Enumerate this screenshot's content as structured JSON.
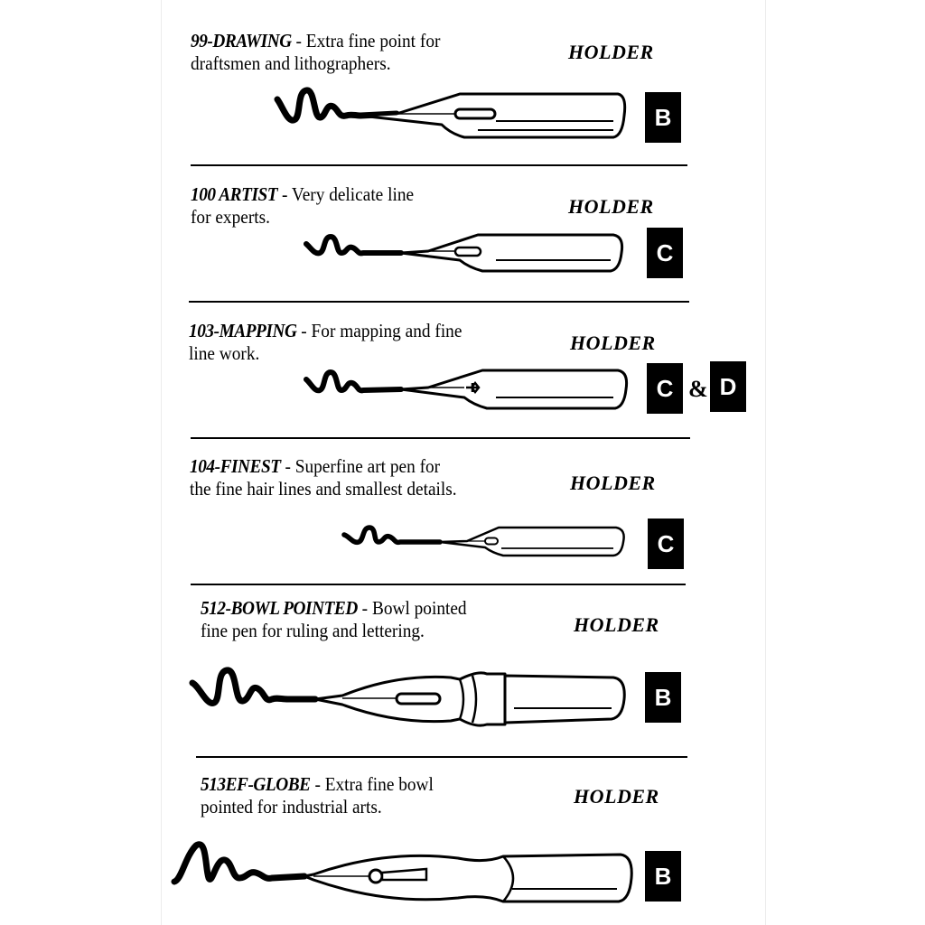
{
  "pens": [
    {
      "code": "99-DRAWING",
      "desc_line1": " - Extra fine point  for",
      "desc_line2": "draftsmen and lithographers.",
      "holder_label": "HOLDER",
      "holders": [
        "B"
      ]
    },
    {
      "code": "100 ARTIST",
      "desc_line1": " - Very delicate line",
      "desc_line2": "for experts.",
      "holder_label": "HOLDER",
      "holders": [
        "C"
      ]
    },
    {
      "code": "103-MAPPING",
      "desc_line1": " - For mapping and fine",
      "desc_line2": "line work.",
      "holder_label": "HOLDER",
      "holders": [
        "C",
        "D"
      ],
      "joiner": "&"
    },
    {
      "code": "104-FINEST",
      "desc_line1": " - Superfine art pen for",
      "desc_line2": "the fine hair lines and smallest details.",
      "holder_label": "HOLDER",
      "holders": [
        "C"
      ]
    },
    {
      "code": "512-BOWL POINTED",
      "desc_line1": " - Bowl pointed",
      "desc_line2": "fine pen for ruling and lettering.",
      "holder_label": "HOLDER",
      "holders": [
        "B"
      ]
    },
    {
      "code": "513EF-GLOBE",
      "desc_line1": " - Extra fine bowl",
      "desc_line2": "pointed for industrial arts.",
      "holder_label": "HOLDER",
      "holders": [
        "B"
      ]
    }
  ],
  "icons": [
    "drawing-nib-icon",
    "artist-nib-icon",
    "mapping-nib-icon",
    "finest-nib-icon",
    "bowl-pointed-nib-icon",
    "globe-nib-icon"
  ]
}
